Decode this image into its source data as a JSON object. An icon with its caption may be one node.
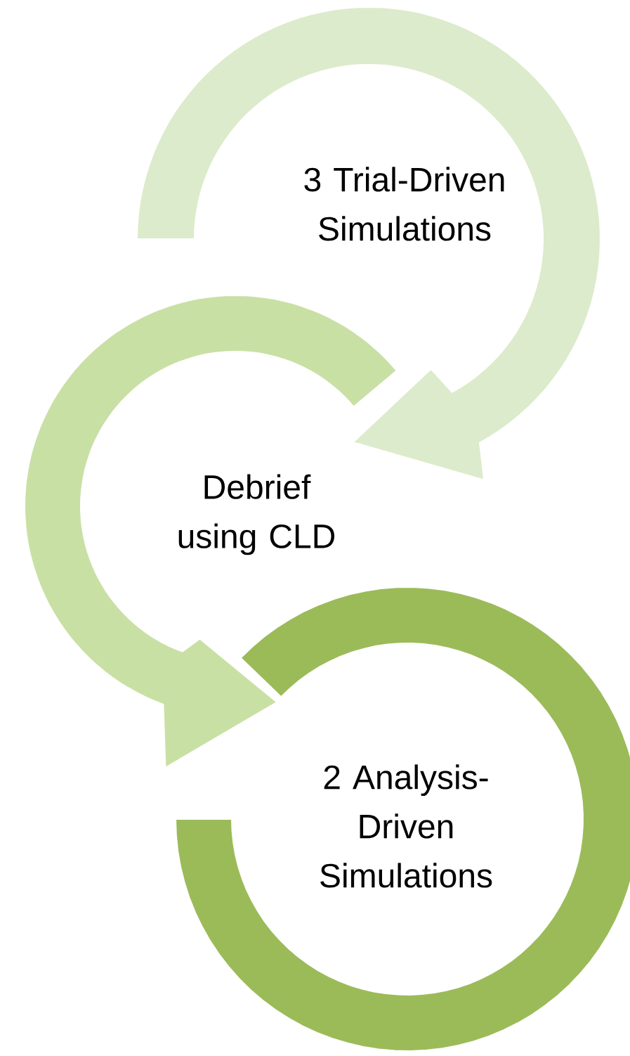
{
  "diagram": {
    "nodes": [
      {
        "text": [
          "3 Trial-Driven Simulations"
        ]
      },
      {
        "text": [
          "Debrief using CLD"
        ]
      },
      {
        "text": [
          "2 Analysis-Driven Simulations"
        ]
      }
    ],
    "edges": [
      {
        "from": 0,
        "to": 1,
        "arrow": "to",
        "color": "#dcebcb"
      },
      {
        "from": 1,
        "to": 2,
        "arrow": "to",
        "color": "#c9e0a5"
      }
    ]
  }
}
